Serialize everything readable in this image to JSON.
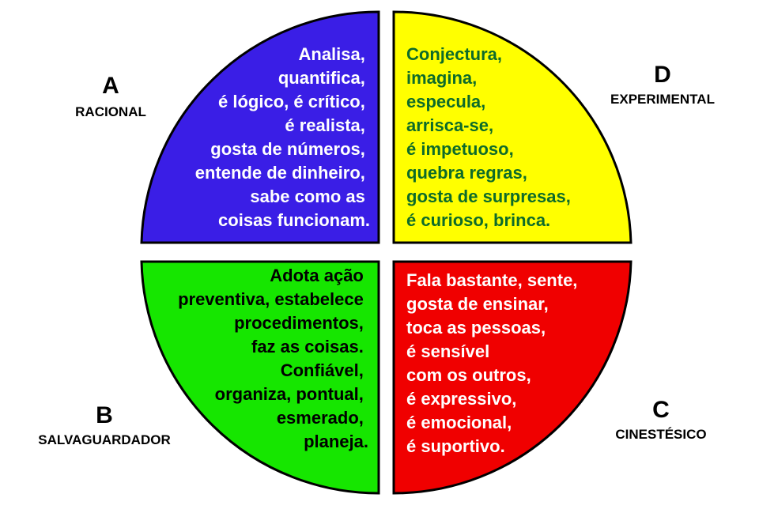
{
  "quadrants": {
    "a": {
      "letter": "A",
      "name": "RACIONAL",
      "color": "#3a1ee6",
      "text_color": "#ffffff",
      "lines": [
        "Analisa,",
        "quantifica,",
        "é lógico, é crítico,",
        "é realista,",
        "gosta de números,",
        "entende de dinheiro,",
        "sabe como as",
        "coisas funcionam."
      ]
    },
    "d": {
      "letter": "D",
      "name": "EXPERIMENTAL",
      "color": "#ffff00",
      "text_color": "#0d6b2a",
      "lines": [
        "Conjectura,",
        "imagina,",
        "especula,",
        "arrisca-se,",
        "é impetuoso,",
        "quebra regras,",
        "gosta de surpresas,",
        "é curioso, brinca."
      ]
    },
    "b": {
      "letter": "B",
      "name": "SALVAGUARDADOR",
      "color": "#16e600",
      "text_color": "#000000",
      "lines": [
        "Adota ação",
        "preventiva, estabelece",
        "procedimentos,",
        "faz as coisas.",
        "Confiável,",
        "organiza, pontual,",
        "esmerado,",
        "planeja."
      ]
    },
    "c": {
      "letter": "C",
      "name": "CINESTÉSICO",
      "color": "#f00000",
      "text_color": "#ffffff",
      "lines": [
        "Fala bastante, sente,",
        "gosta de ensinar,",
        "toca as pessoas,",
        "é sensível",
        "com os outros,",
        "é expressivo,",
        "é emocional,",
        "é suportivo."
      ]
    }
  }
}
